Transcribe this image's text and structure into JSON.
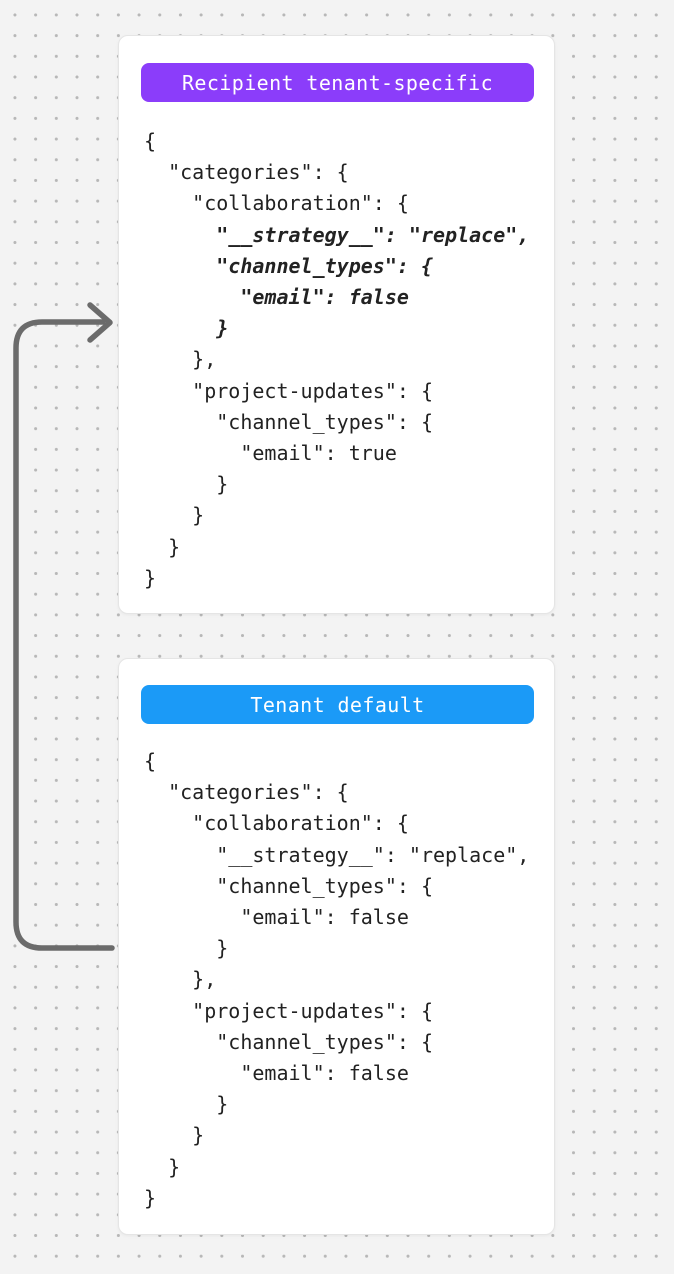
{
  "page": {
    "background_color": "#f3f3f3",
    "dot_color": "#b7b7b7"
  },
  "arrow": {
    "color": "#6b6b6b",
    "description": "curved arrow from tenant-default card pointing up to recipient tenant-specific card"
  },
  "cards": [
    {
      "badge": {
        "label": "Recipient tenant-specific",
        "color": "#8b3dfa",
        "text_color": "#ffffff"
      },
      "code_lines": [
        {
          "text": "{",
          "emphasis": false
        },
        {
          "text": "  \"categories\": {",
          "emphasis": false
        },
        {
          "text": "    \"collaboration\": {",
          "emphasis": false
        },
        {
          "text": "      \"__strategy__\": \"replace\",",
          "emphasis": true
        },
        {
          "text": "      \"channel_types\": {",
          "emphasis": true
        },
        {
          "text": "        \"email\": false",
          "emphasis": true
        },
        {
          "text": "      }",
          "emphasis": true
        },
        {
          "text": "    },",
          "emphasis": false
        },
        {
          "text": "    \"project-updates\": {",
          "emphasis": false
        },
        {
          "text": "      \"channel_types\": {",
          "emphasis": false
        },
        {
          "text": "        \"email\": true",
          "emphasis": false
        },
        {
          "text": "      }",
          "emphasis": false
        },
        {
          "text": "    }",
          "emphasis": false
        },
        {
          "text": "  }",
          "emphasis": false
        },
        {
          "text": "}",
          "emphasis": false
        }
      ]
    },
    {
      "badge": {
        "label": "Tenant default",
        "color": "#1b9af7",
        "text_color": "#ffffff"
      },
      "code_lines": [
        {
          "text": "{",
          "emphasis": false
        },
        {
          "text": "  \"categories\": {",
          "emphasis": false
        },
        {
          "text": "    \"collaboration\": {",
          "emphasis": false
        },
        {
          "text": "      \"__strategy__\": \"replace\",",
          "emphasis": false
        },
        {
          "text": "      \"channel_types\": {",
          "emphasis": false
        },
        {
          "text": "        \"email\": false",
          "emphasis": false
        },
        {
          "text": "      }",
          "emphasis": false
        },
        {
          "text": "    },",
          "emphasis": false
        },
        {
          "text": "    \"project-updates\": {",
          "emphasis": false
        },
        {
          "text": "      \"channel_types\": {",
          "emphasis": false
        },
        {
          "text": "        \"email\": false",
          "emphasis": false
        },
        {
          "text": "      }",
          "emphasis": false
        },
        {
          "text": "    }",
          "emphasis": false
        },
        {
          "text": "  }",
          "emphasis": false
        },
        {
          "text": "}",
          "emphasis": false
        }
      ]
    }
  ]
}
